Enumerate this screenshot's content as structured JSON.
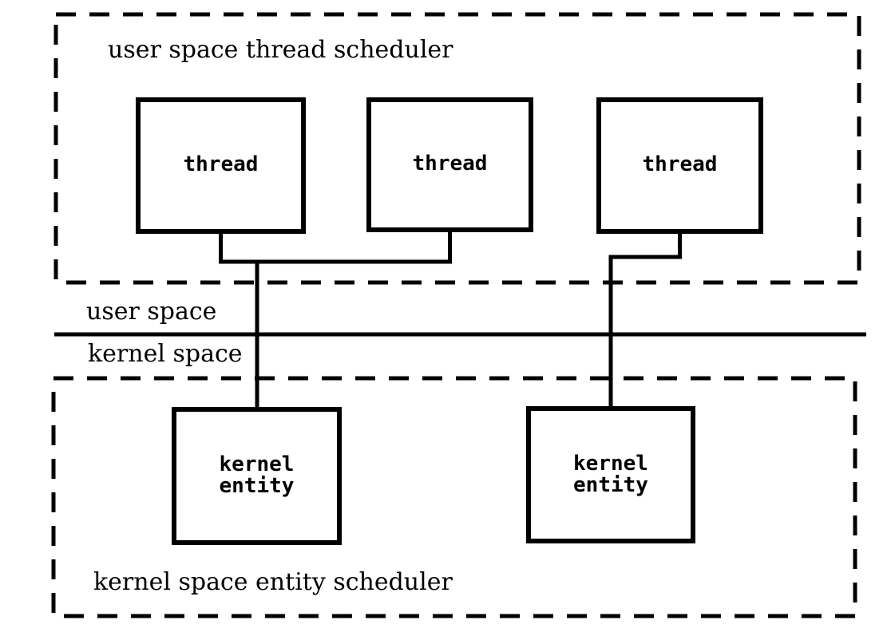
{
  "colors": {
    "background": "#ffffff",
    "line": "#000000",
    "text": "#000000"
  },
  "user_space_scheduler": {
    "label": "user space thread scheduler"
  },
  "threads": [
    {
      "label": "thread"
    },
    {
      "label": "thread"
    },
    {
      "label": "thread"
    }
  ],
  "boundary": {
    "user_space_label": "user space",
    "kernel_space_label": "kernel space"
  },
  "kernel_scheduler": {
    "label": "kernel space entity scheduler"
  },
  "kernel_entities": [
    {
      "label_line1": "kernel",
      "label_line2": "entity"
    },
    {
      "label_line1": "kernel",
      "label_line2": "entity"
    }
  ]
}
